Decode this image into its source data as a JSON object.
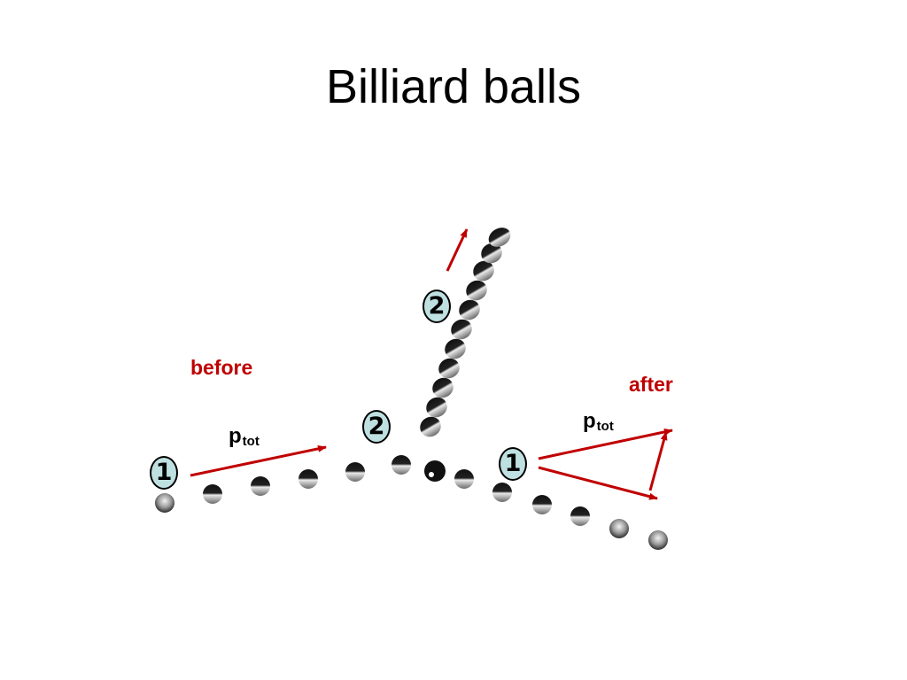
{
  "slide": {
    "title": "Billiard balls"
  },
  "labels": {
    "before": "before",
    "after": "after",
    "momentum_symbol": "p",
    "momentum_subscript": "tot"
  },
  "balls": {
    "ball_1": "1",
    "ball_2": "2"
  },
  "colors": {
    "arrow": "#c00000",
    "label_text": "#c00000",
    "badge_fill": "#bfe0e0",
    "title_text": "#000000"
  }
}
